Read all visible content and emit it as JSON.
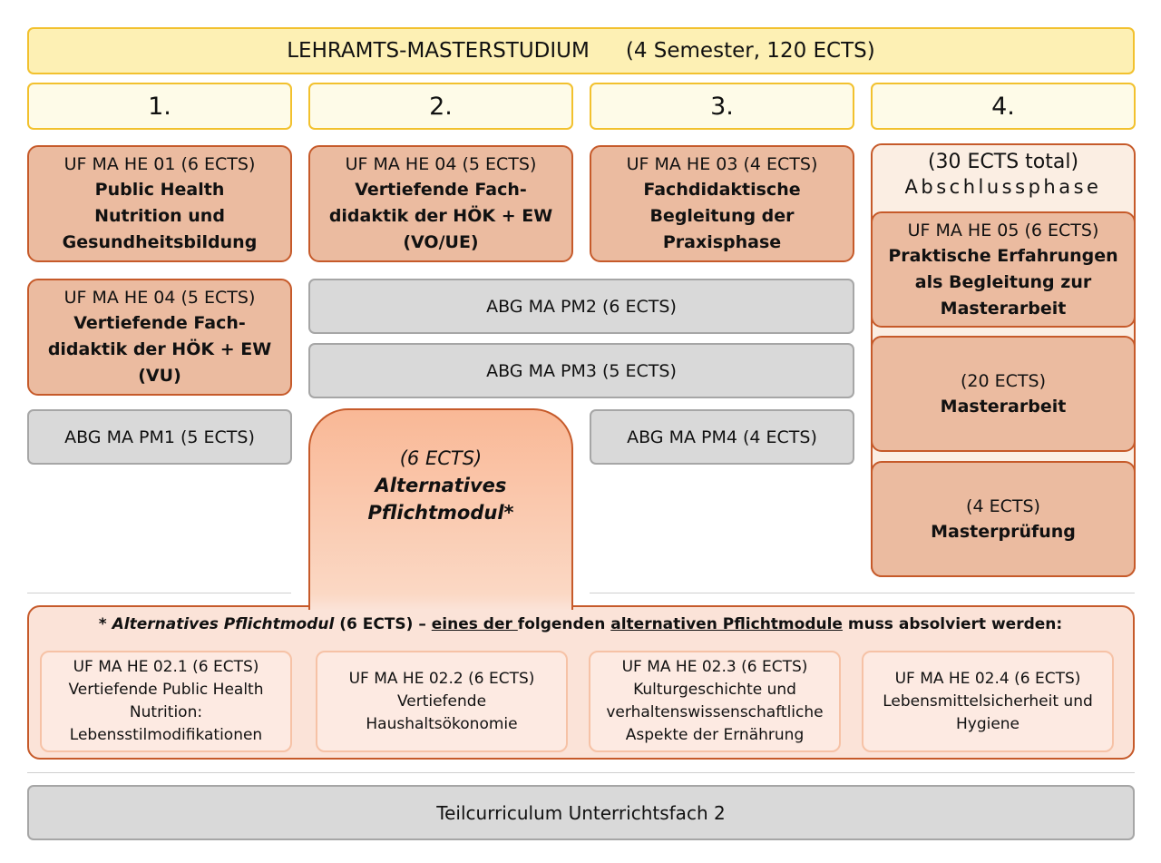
{
  "header": {
    "program": "LEHRAMTS-MASTERSTUDIUM",
    "duration": "(4 Semester, 120 ECTS)"
  },
  "semesters": [
    "1.",
    "2.",
    "3.",
    "4."
  ],
  "modules": {
    "he01": {
      "code": "UF MA HE 01 (6 ECTS)",
      "name": [
        "Public Health",
        "Nutrition und",
        "Gesundheitsbildung"
      ]
    },
    "he04a": {
      "code": "UF MA HE 04 (5 ECTS)",
      "name": [
        "Vertiefende Fach-",
        "didaktik der HÖK + EW",
        "(VO/UE)"
      ]
    },
    "he03": {
      "code": "UF MA HE 03 (4 ECTS)",
      "name": [
        "Fachdidaktische",
        "Begleitung der",
        "Praxisphase"
      ]
    },
    "he04b": {
      "code": "UF MA HE 04 (5 ECTS)",
      "name": [
        "Vertiefende Fach-",
        "didaktik der HÖK + EW",
        "(VU)"
      ]
    },
    "he05": {
      "code": "UF MA HE 05 (6 ECTS)",
      "name": [
        "Praktische Erfahrungen",
        "als Begleitung zur",
        "Masterarbeit"
      ]
    }
  },
  "abschluss": {
    "total": "(30 ECTS total)",
    "label": "Abschlussphase"
  },
  "masterarbeit": {
    "ects": "(20 ECTS)",
    "name": "Masterarbeit"
  },
  "masterpruefung": {
    "ects": "(4 ECTS)",
    "name": "Masterprüfung"
  },
  "abg": {
    "pm1": "ABG MA PM1 (5 ECTS)",
    "pm2": "ABG MA PM2 (6 ECTS)",
    "pm3": "ABG MA PM3 (5 ECTS)",
    "pm4": "ABG MA PM4 (4 ECTS)"
  },
  "alternative": {
    "ects": "(6 ECTS)",
    "name": [
      "Alternatives",
      "Pflichtmodul*"
    ]
  },
  "note": {
    "star": "* ",
    "term": "Alternatives Pflichtmodul",
    "ects": " (6 ECTS) – ",
    "u1": "eines der ",
    "mid": "folgenden ",
    "u2": "alternativen Pflichtmodule",
    "end": " muss absolviert werden:"
  },
  "options": [
    {
      "code": "UF MA HE 02.1 (6 ECTS)",
      "name": [
        "Vertiefende Public Health",
        "Nutrition:",
        "Lebensstilmodifikationen"
      ]
    },
    {
      "code": "UF MA HE 02.2 (6 ECTS)",
      "name": [
        "Vertiefende",
        "Haushaltsökonomie"
      ]
    },
    {
      "code": "UF MA HE 02.3 (6 ECTS)",
      "name": [
        "Kulturgeschichte und",
        "verhaltenswissenschaftliche",
        "Aspekte der Ernährung"
      ]
    },
    {
      "code": "UF MA HE 02.4 (6 ECTS)",
      "name": [
        "Lebensmittelsicherheit und",
        "Hygiene"
      ]
    }
  ],
  "bottom": "Teilcurriculum Unterrichtsfach 2"
}
